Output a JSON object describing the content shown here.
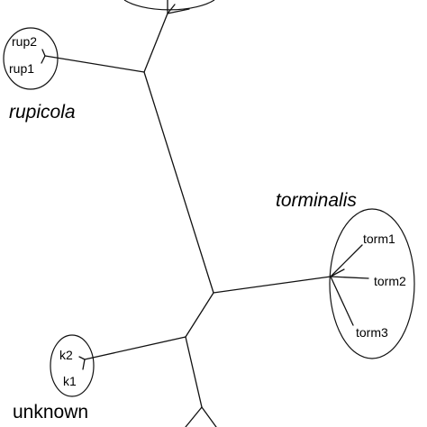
{
  "tree": {
    "groups": {
      "rupicola": {
        "label": "rupicola",
        "leaves": [
          "rup2",
          "rup1"
        ]
      },
      "torminalis": {
        "label": "torminalis",
        "leaves": [
          "torm1",
          "torm2",
          "torm3"
        ]
      },
      "unknown": {
        "label": "unknown",
        "leaves": [
          "k2",
          "k1"
        ]
      }
    }
  }
}
